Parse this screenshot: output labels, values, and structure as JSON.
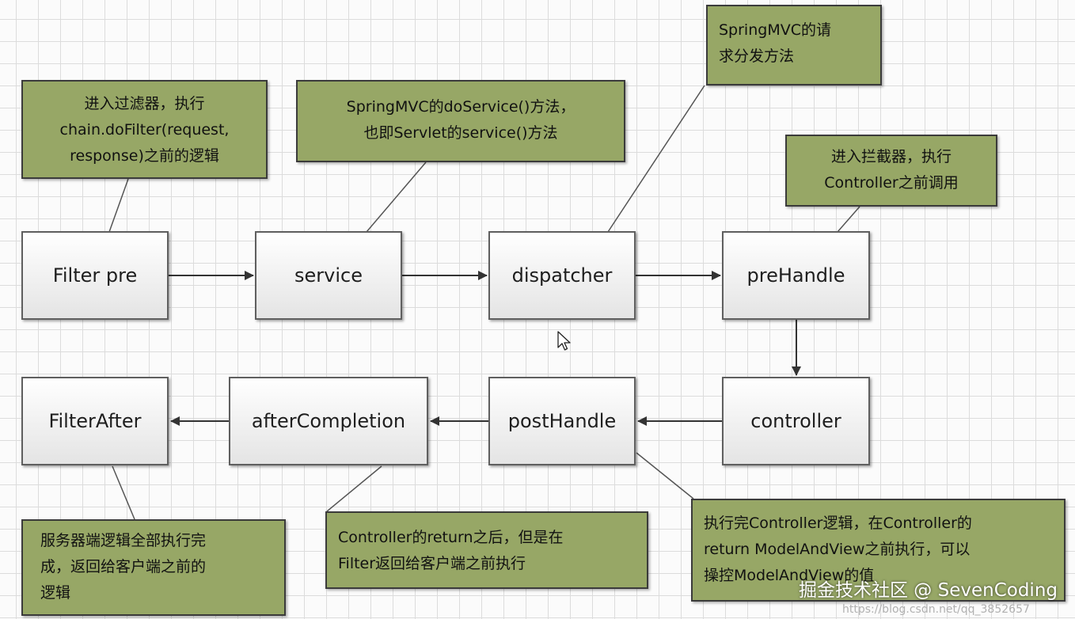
{
  "nodes": {
    "filter_pre": "Filter pre",
    "service": "service",
    "dispatcher": "dispatcher",
    "prehandle": "preHandle",
    "controller": "controller",
    "posthandle": "postHandle",
    "aftercompletion": "afterCompletion",
    "filterafter": "FilterAfter"
  },
  "notes": {
    "filter_pre": [
      "进入过滤器，执行",
      "chain.doFilter(request,",
      "response)之前的逻辑"
    ],
    "service": [
      "SpringMVC的doService()方法，",
      "也即Servlet的service()方法"
    ],
    "dispatcher": [
      "SpringMVC的请",
      "求分发方法"
    ],
    "prehandle": [
      "进入拦截器，执行",
      "Controller之前调用"
    ],
    "filterafter": [
      "服务器端逻辑全部执行完",
      "成，返回给客户端之前的",
      "逻辑"
    ],
    "aftercompletion": [
      "Controller的return之后，但是在",
      "Filter返回给客户端之前执行"
    ],
    "posthandle": [
      "执行完Controller逻辑，在Controller的",
      "return ModelAndView之前执行，可以",
      "操控ModelAndView的值"
    ]
  },
  "watermark": "掘金技术社区 @ SevenCoding",
  "url_fragment": "https://blog.csdn.net/qq_3852657",
  "colors": {
    "note_fill": "#97a766",
    "node_border": "#5f5f5f",
    "arrow": "#333333"
  }
}
